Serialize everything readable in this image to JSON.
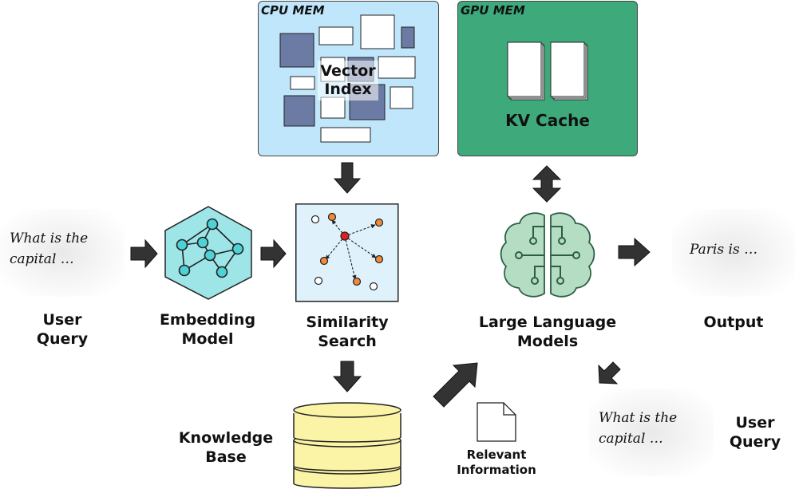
{
  "cpu_panel": {
    "title": "CPU MEM",
    "label_line1": "Vector",
    "label_line2": "Index"
  },
  "gpu_panel": {
    "title": "GPU MEM",
    "label": "KV Cache"
  },
  "user_query_top": {
    "text_line1": "What is the",
    "text_line2": "capital …",
    "label_line1": "User",
    "label_line2": "Query"
  },
  "embedding": {
    "label_line1": "Embedding",
    "label_line2": "Model"
  },
  "similarity": {
    "label_line1": "Similarity",
    "label_line2": "Search"
  },
  "llm": {
    "label_line1": "Large Language",
    "label_line2": "Models"
  },
  "output": {
    "text": "Paris is …",
    "label": "Output"
  },
  "knowledge_base": {
    "label_line1": "Knowledge",
    "label_line2": "Base"
  },
  "relevant_info": {
    "label_line1": "Relevant",
    "label_line2": "Information"
  },
  "user_query_bottom": {
    "text_line1": "What is the",
    "text_line2": "capital …",
    "label_line1": "User",
    "label_line2": "Query"
  },
  "colors": {
    "cpu_bg": "#bfe6fa",
    "gpu_bg": "#3ea97b",
    "vector_block": "#6b7ba3",
    "hex_fill": "#9ee5e8",
    "llm_fill": "#b5ddc4",
    "db_fill": "#fbf3a6",
    "arrow": "#333333",
    "search_bg": "#dff2fb",
    "node_orange": "#f08a3c",
    "node_red": "#e02020"
  }
}
